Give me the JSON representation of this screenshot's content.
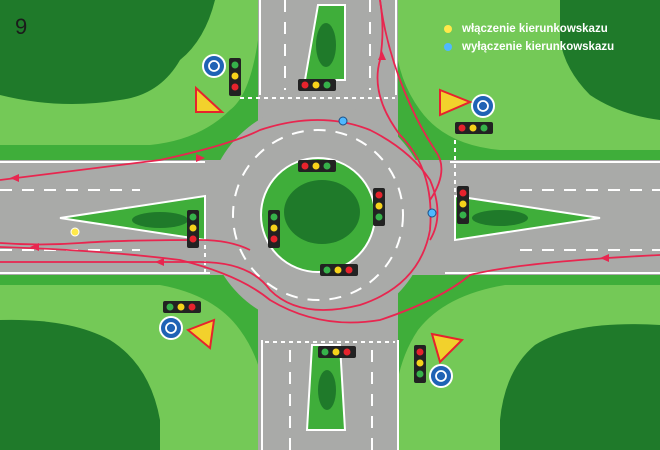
{
  "page_number": "9",
  "legend": {
    "items": [
      {
        "label": "włączenie kierunkowskazu",
        "color": "#ffe94a"
      },
      {
        "label": "wyłączenie kierunkowskazu",
        "color": "#4fb8ff"
      }
    ]
  },
  "colors": {
    "grass": "#3fae3a",
    "grass_light": "#7fd05b",
    "trees": "#1f7a2a",
    "road": "#a9aaa8",
    "route": "#e8264f",
    "signal_housing": "#222222",
    "signal_red": "#e6232d",
    "signal_yellow": "#f6d21a",
    "signal_green": "#36b24a",
    "warning_sign": "#f2d12c",
    "roundabout_sign": "#1f63b5"
  },
  "icons": [
    "traffic-light-icon",
    "roundabout-sign-icon",
    "give-way-sign-icon",
    "blinker-on-icon",
    "blinker-off-icon"
  ]
}
